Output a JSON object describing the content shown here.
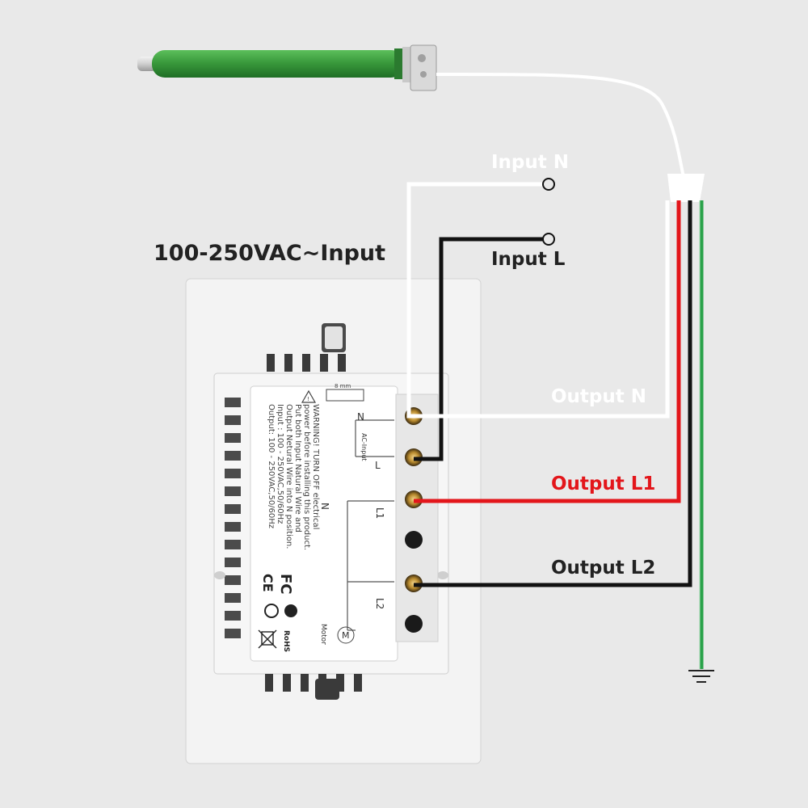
{
  "title": "100-250VAC~Input",
  "labels": {
    "input_n": "Input N",
    "input_l": "Input L",
    "output_n": "Output N",
    "output_l1": "Output L1",
    "output_l2": "Output L2"
  },
  "switch_back": {
    "dimension": "8 mm",
    "warning_lines": [
      "WARNING! TURN OFF electrical",
      "power before installing this product.",
      "Put both Input Natural Wire and",
      "Output Netural Wire into N position.",
      "Input : 100 - 250VAC,50/60Hz",
      "Output: 100 - 250VAC,50/60Hz"
    ],
    "terminal_n": "N",
    "terminal_l": "L",
    "terminal_l1": "L1",
    "terminal_l2": "L2",
    "ac_input": "AC-Input",
    "neutral_bus": "N",
    "motor_symbol": "M",
    "motor_label": "Motor",
    "fc_mark": "FC",
    "ce_mark": "CE",
    "rohs_mark": "RoHS"
  },
  "colors": {
    "background": "#e9e9e9",
    "wire_neutral": "#ffffff",
    "wire_live": "#111111",
    "wire_l1": "#e3161b",
    "wire_l2": "#111111",
    "wire_ground": "#2aa24a",
    "label_l1": "#e3161b",
    "label_white": "#ffffff",
    "label_dark": "#222222",
    "motor_tube": "#3a9a3c"
  },
  "icons": [
    "tubular-motor-icon",
    "ground-symbol-icon",
    "recycle-icon",
    "weee-bin-icon",
    "warning-triangle-icon"
  ]
}
